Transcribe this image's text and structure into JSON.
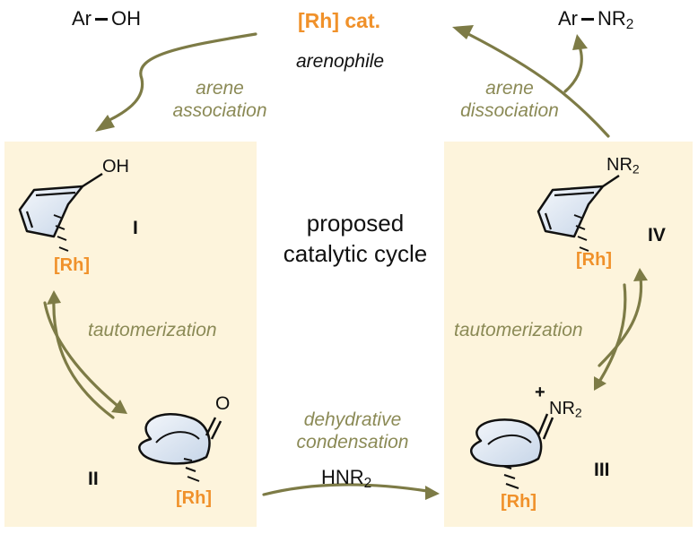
{
  "reagents": {
    "aroh": [
      "Ar",
      "OH"
    ],
    "arnr2": [
      "Ar",
      "NR",
      "2"
    ],
    "hnr2": [
      "HNR",
      "2"
    ]
  },
  "catalyst": {
    "label": "[Rh] cat.",
    "role": "arenophile"
  },
  "center_text": [
    "proposed",
    "catalytic cycle"
  ],
  "steps": {
    "arene_association": [
      "arene",
      "association"
    ],
    "arene_dissociation": [
      "arene",
      "dissociation"
    ],
    "tautomerization_left": "tautomerization",
    "tautomerization_right": "tautomerization",
    "dehydrative_condensation": [
      "dehydrative",
      "condensation"
    ]
  },
  "intermediates": {
    "I": {
      "numeral": "I",
      "substituent": "OH",
      "metal": "[Rh]"
    },
    "II": {
      "numeral": "II",
      "substituent": "O",
      "metal": "[Rh]"
    },
    "III": {
      "numeral": "III",
      "substituent": [
        "NR",
        "2"
      ],
      "charge": "+",
      "metal": "[Rh]"
    },
    "IV": {
      "numeral": "IV",
      "substituent": [
        "NR",
        "2"
      ],
      "metal": "[Rh]"
    }
  },
  "colors": {
    "panel": "#fdf4dc",
    "arrow": "#7d7b46",
    "step_text": "#8b8a56",
    "rh": "#f0912a",
    "ring_fill": "#d9e4f1"
  }
}
